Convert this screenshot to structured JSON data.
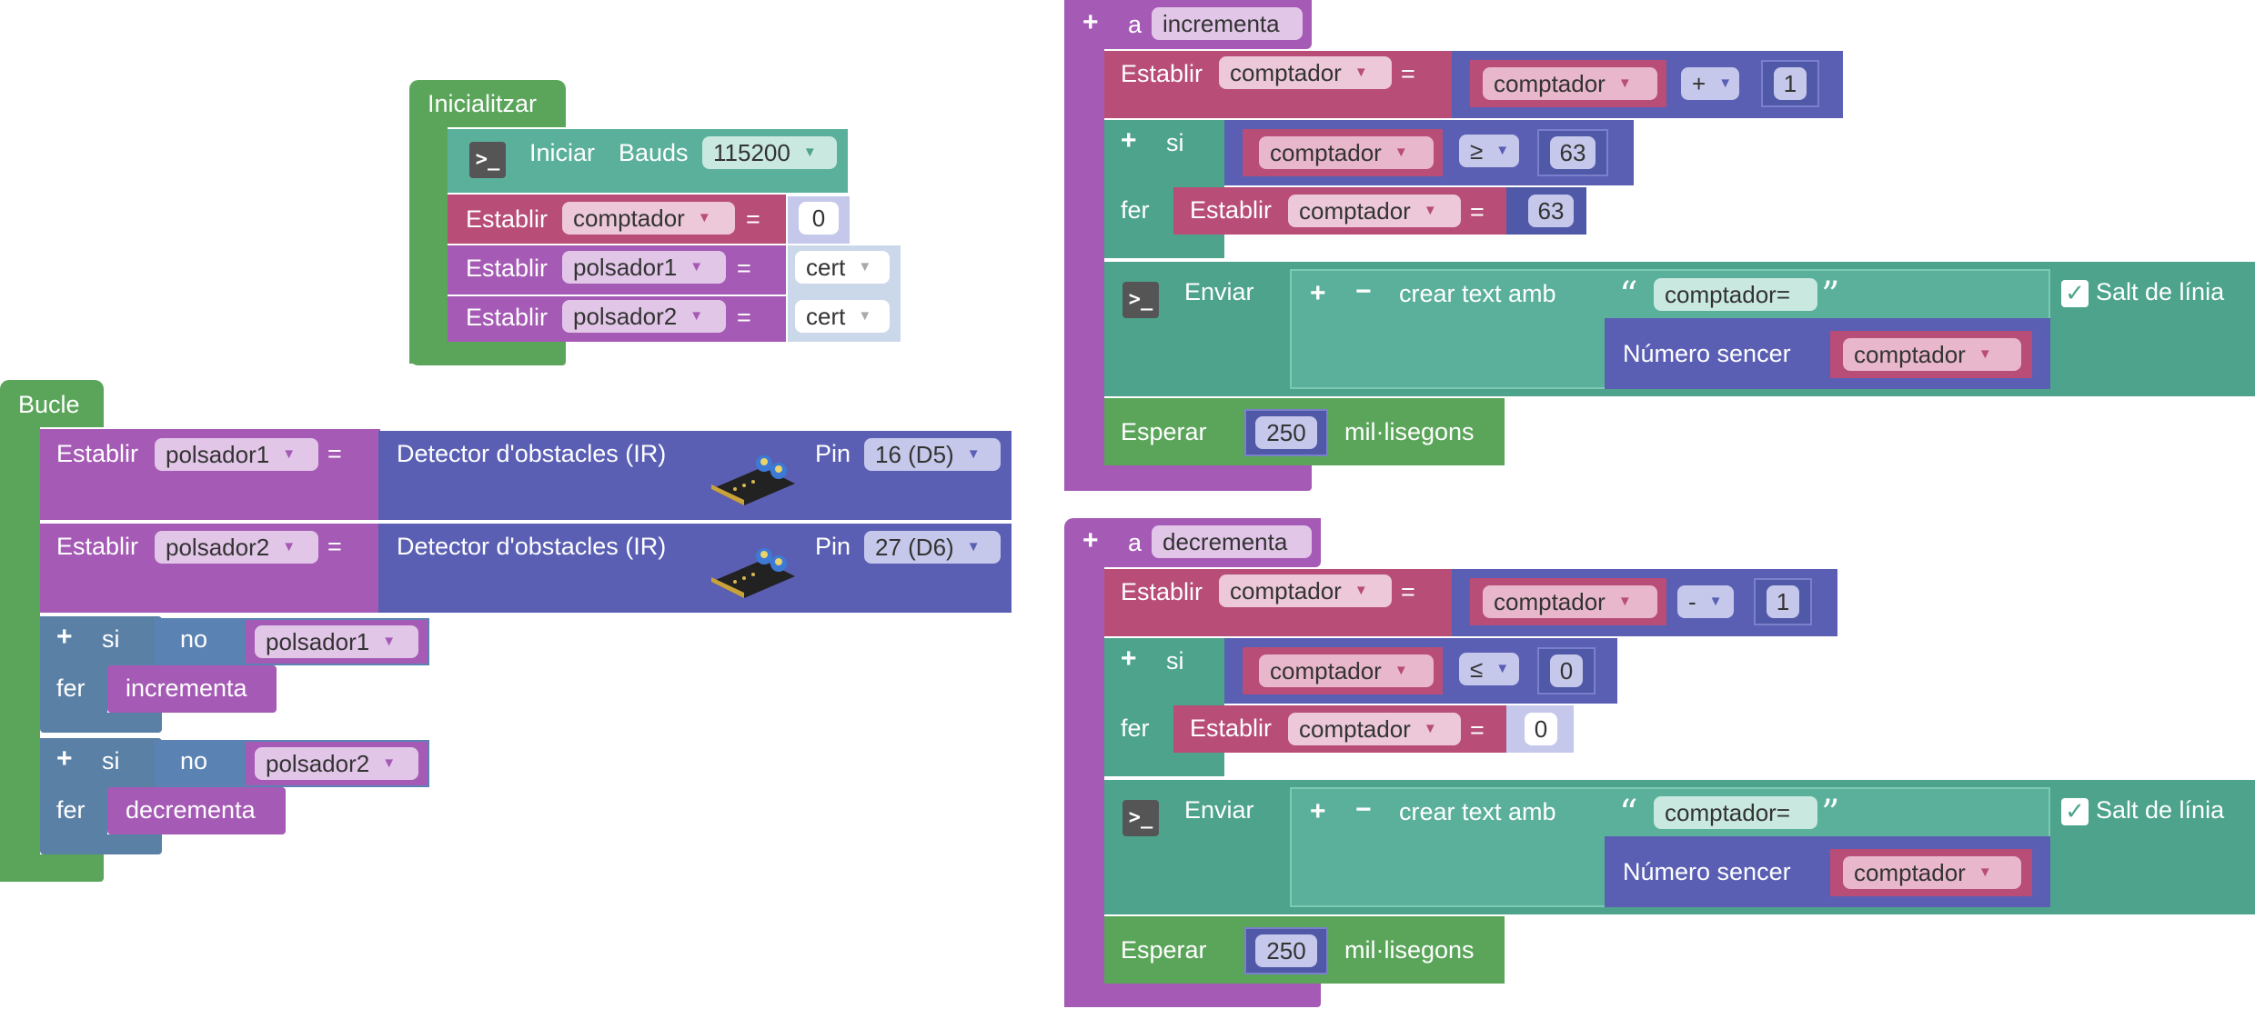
{
  "init": {
    "hat": "Inicialitzar",
    "serial_label": "Iniciar",
    "bauds_label": "Bauds",
    "bauds_value": "115200",
    "set_label": "Establir",
    "eq": "=",
    "var_comptador": "comptador",
    "var_polsador1": "polsador1",
    "var_polsador2": "polsador2",
    "zero": "0",
    "cert": "cert"
  },
  "loop": {
    "hat": "Bucle",
    "set_label": "Establir",
    "eq": "=",
    "var_polsador1": "polsador1",
    "var_polsador2": "polsador2",
    "sensor_label": "Detector d'obstacles (IR)",
    "pin_label": "Pin",
    "pin1": "16 (D5)",
    "pin2": "27 (D6)",
    "if_label": "si",
    "do_label": "fer",
    "not_label": "no",
    "call_inc": "incrementa",
    "call_dec": "decrementa"
  },
  "inc": {
    "to_label": "a",
    "name": "incrementa",
    "set_label": "Establir",
    "eq": "=",
    "var": "comptador",
    "op": "+",
    "one": "1",
    "if_label": "si",
    "do_label": "fer",
    "cmp": "≥",
    "limit": "63",
    "send_label": "Enviar",
    "create_text": "crear text amb",
    "text_value": "comptador=",
    "int_label": "Número sencer",
    "newline": "Salt de línia",
    "wait_label": "Esperar",
    "wait_value": "250",
    "ms_label": "mil·lisegons"
  },
  "dec": {
    "to_label": "a",
    "name": "decrementa",
    "set_label": "Establir",
    "eq": "=",
    "var": "comptador",
    "op": "-",
    "one": "1",
    "if_label": "si",
    "do_label": "fer",
    "cmp": "≤",
    "limit": "0",
    "send_label": "Enviar",
    "create_text": "crear text amb",
    "text_value": "comptador=",
    "int_label": "Número sencer",
    "newline": "Salt de línia",
    "wait_label": "Esperar",
    "wait_value": "250",
    "ms_label": "mil·lisegons"
  },
  "colors": {
    "control": "#5ba55b",
    "serial": "#5bb09b",
    "variable": "#b84d78",
    "procedure": "#a55ab5",
    "math": "#5a5fb4",
    "logic": "#5a83b4"
  }
}
